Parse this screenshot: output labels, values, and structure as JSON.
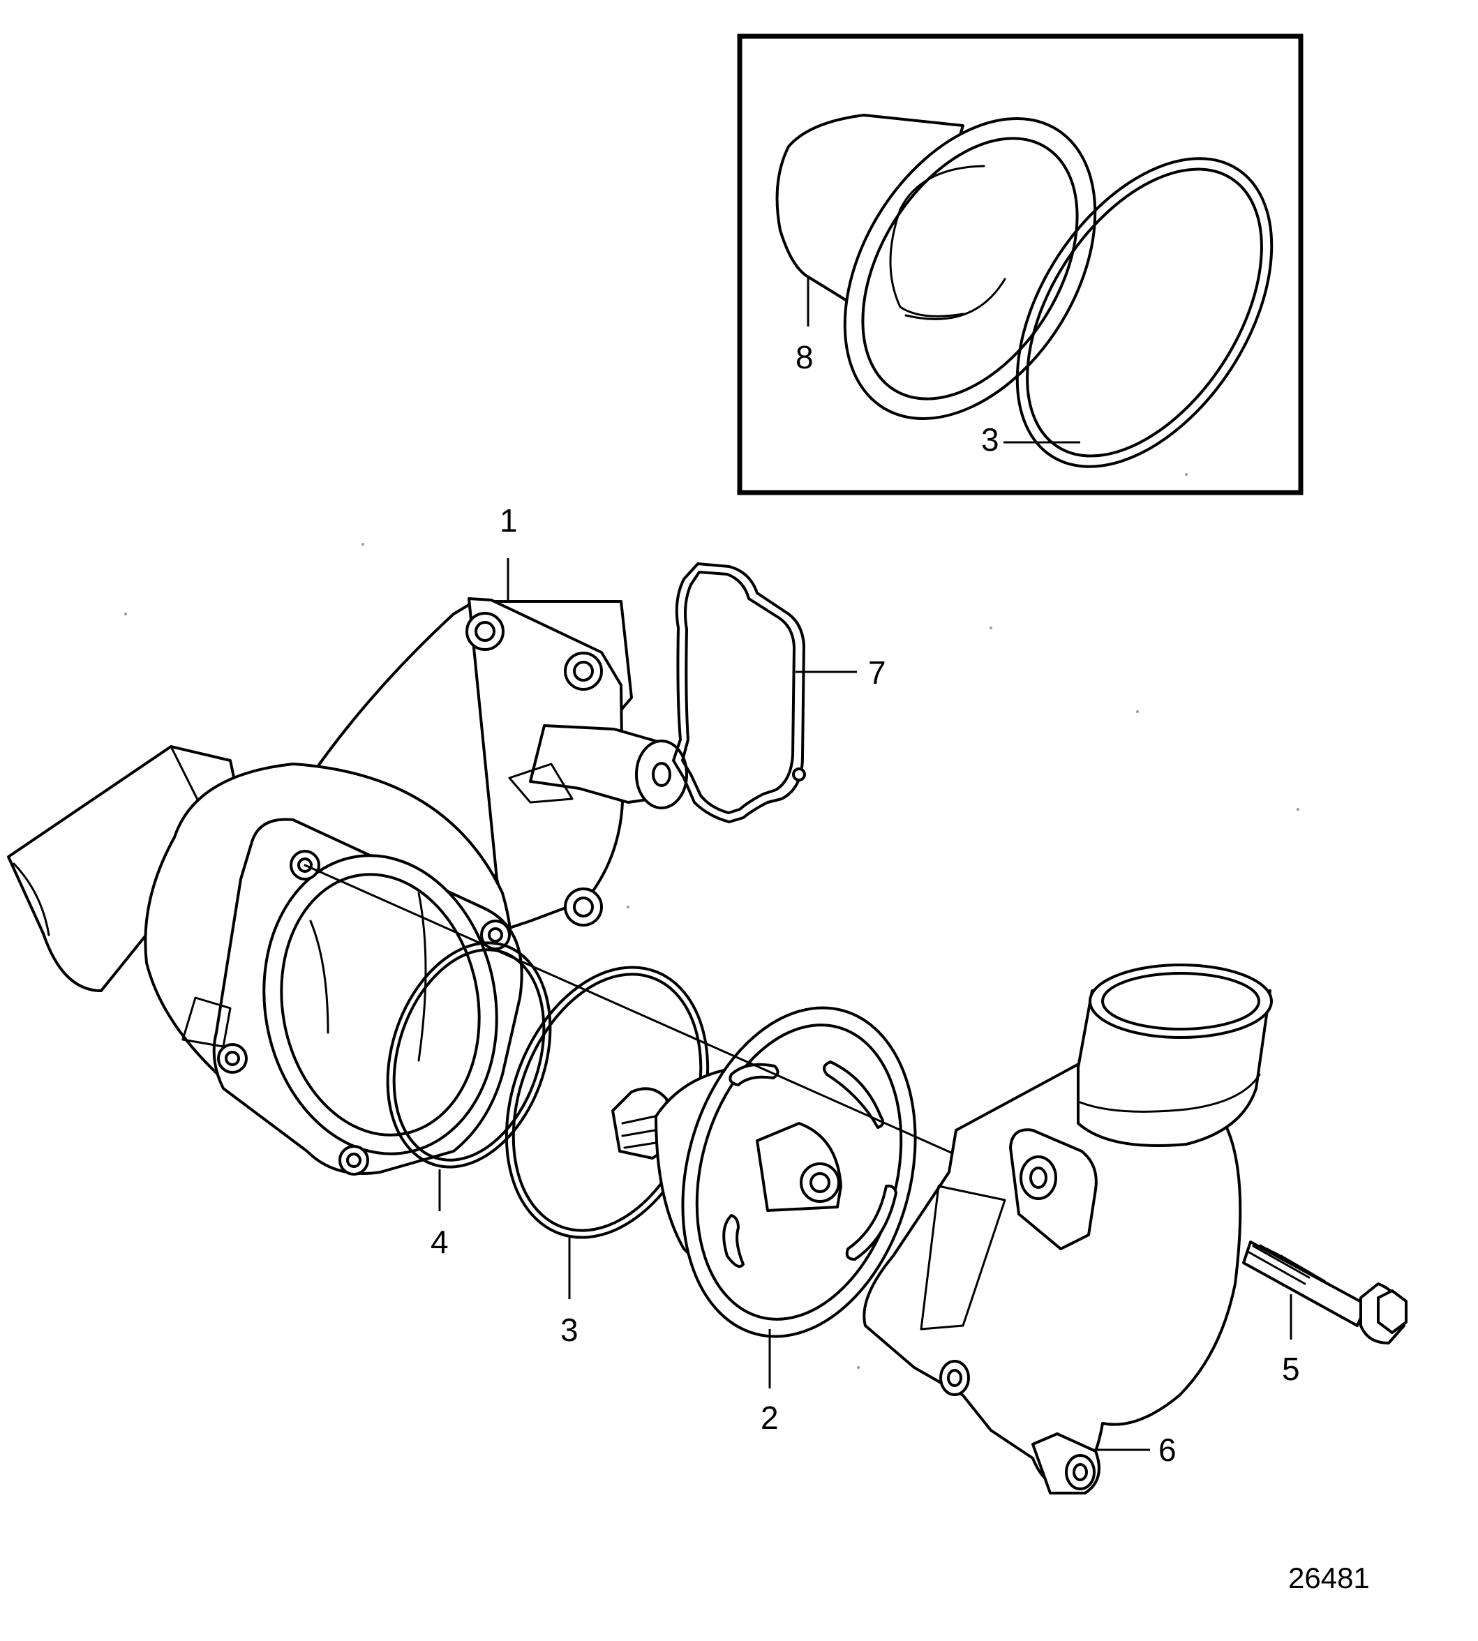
{
  "figure_number": "26481",
  "callouts": {
    "housing": "1",
    "thermostat": "2",
    "seal_ring": "3",
    "seal_ring_inset": "3",
    "o_ring": "4",
    "bolt": "5",
    "thermostat_cover": "6",
    "gasket": "7",
    "thermostat_sleeve": "8"
  },
  "colors": {
    "line": "#000000",
    "background": "#ffffff"
  }
}
